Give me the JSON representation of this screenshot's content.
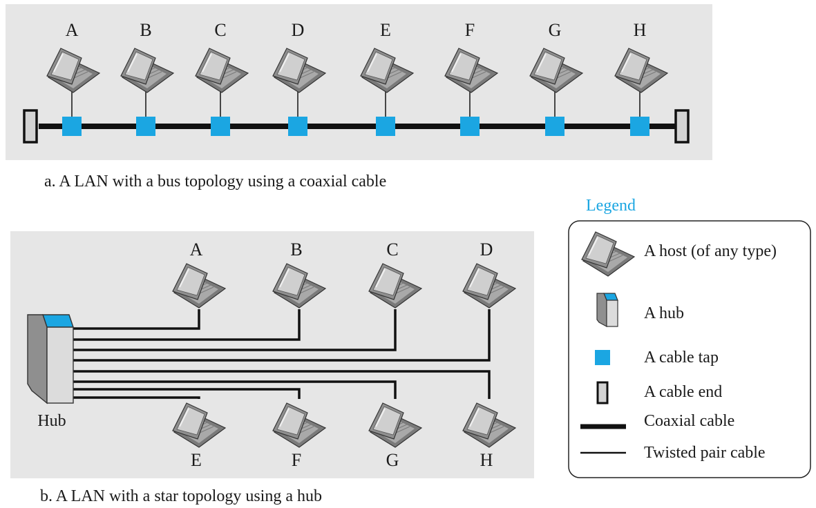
{
  "bus": {
    "hosts": [
      "A",
      "B",
      "C",
      "D",
      "E",
      "F",
      "G",
      "H"
    ],
    "caption": "a. A LAN with a bus topology using a coaxial cable"
  },
  "star": {
    "top_hosts": [
      "A",
      "B",
      "C",
      "D"
    ],
    "bottom_hosts": [
      "E",
      "F",
      "G",
      "H"
    ],
    "hub_label": "Hub",
    "caption": "b. A LAN with a star topology using a hub"
  },
  "legend": {
    "title": "Legend",
    "items": {
      "host": "A host (of any type)",
      "hub": "A hub",
      "tap": "A cable tap",
      "end": "A cable end",
      "coax": "Coaxial cable",
      "twisted": "Twisted pair cable"
    }
  },
  "colors": {
    "panel": "#e6e6e6",
    "tap": "#1ba6e2",
    "hub_top": "#1ba6e2",
    "legend_title": "#1ba6e2",
    "laptop": "#8a8a8a",
    "cable": "#111111"
  }
}
